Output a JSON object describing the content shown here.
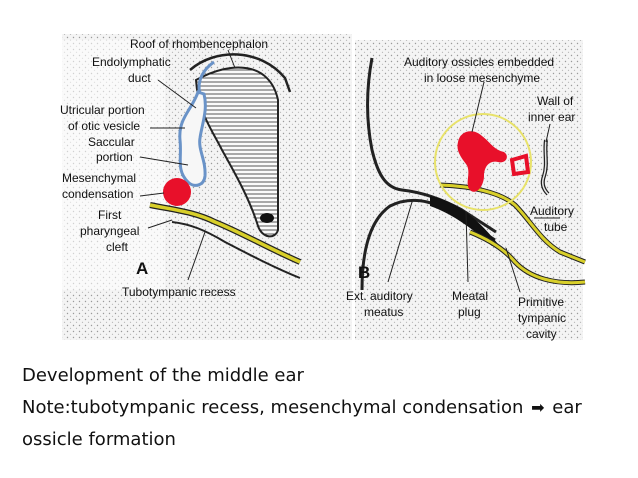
{
  "panel_a": {
    "letter": "A",
    "labels": {
      "roof": "Roof of rhombencephalon",
      "endolymphatic_1": "Endolymphatic",
      "endolymphatic_2": "duct",
      "utricular_1": "Utricular portion",
      "utricular_2": "of otic vesicle",
      "saccular_1": "Saccular",
      "saccular_2": "portion",
      "mesenchymal_1": "Mesenchymal",
      "mesenchymal_2": "condensation",
      "pharyngeal_1": "First",
      "pharyngeal_2": "pharyngeal",
      "pharyngeal_3": "cleft",
      "tubotympanic": "Tubotympanic recess"
    }
  },
  "panel_b": {
    "letter": "B",
    "labels": {
      "ossicles_1": "Auditory ossicles embedded",
      "ossicles_2": "in loose mesenchyme",
      "wall_1": "Wall of",
      "wall_2": "inner ear",
      "tube_1": "Auditory",
      "tube_2": "tube",
      "meatus_1": "Ext. auditory",
      "meatus_2": "meatus",
      "plug_1": "Meatal",
      "plug_2": "plug",
      "cavity_1": "Primitive",
      "cavity_2": "tympanic",
      "cavity_3": "cavity"
    }
  },
  "colors": {
    "condensation": "#e8102a",
    "recess": "#d8cf2a",
    "mesenchyme": "#d8d8d8",
    "outline": "#222222"
  },
  "caption": {
    "line1": "Development of the middle ear",
    "line2_a": "Note:tubotympanic recess, mesenchymal condensation",
    "line2_b": "ear",
    "line3": "ossicle formation",
    "arrow_icon": "right-arrow-icon"
  }
}
